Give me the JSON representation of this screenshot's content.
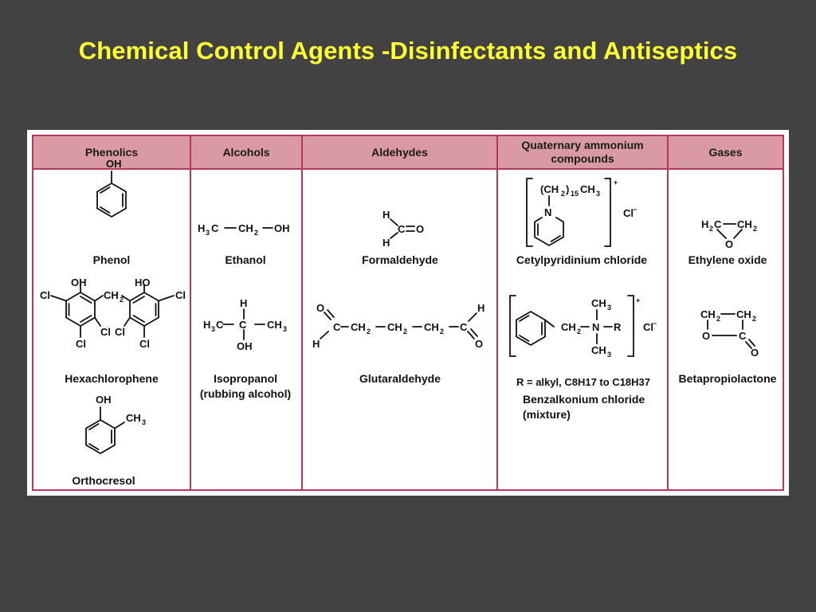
{
  "title": "Chemical Control Agents -Disinfectants and Antiseptics",
  "table": {
    "headers": {
      "phenolics": "Phenolics",
      "alcohols": "Alcohols",
      "aldehydes": "Aldehydes",
      "quaternary_line1": "Quaternary ammonium",
      "quaternary_line2": "compounds",
      "gases": "Gases"
    },
    "compounds": {
      "phenol": "Phenol",
      "hexachlorophene": "Hexachlorophene",
      "orthocresol": "Orthocresol",
      "ethanol": "Ethanol",
      "isopropanol": "Isopropanol",
      "isopropanol_note": "(rubbing alcohol)",
      "formaldehyde": "Formaldehyde",
      "glutaraldehyde": "Glutaraldehyde",
      "cetylpyridinium": "Cetylpyridinium chloride",
      "benzalkonium": "Benzalkonium chloride",
      "benzalkonium_note": "(mixture)",
      "r_definition": "R = alkyl, C8H17 to C18H37",
      "ethylene_oxide": "Ethylene oxide",
      "betapropiolactone": "Betapropiolactone"
    }
  },
  "colors": {
    "title": "#ffff33",
    "background": "#424242",
    "header_fill": "#d99aa4",
    "grid_line": "#b5385a"
  }
}
